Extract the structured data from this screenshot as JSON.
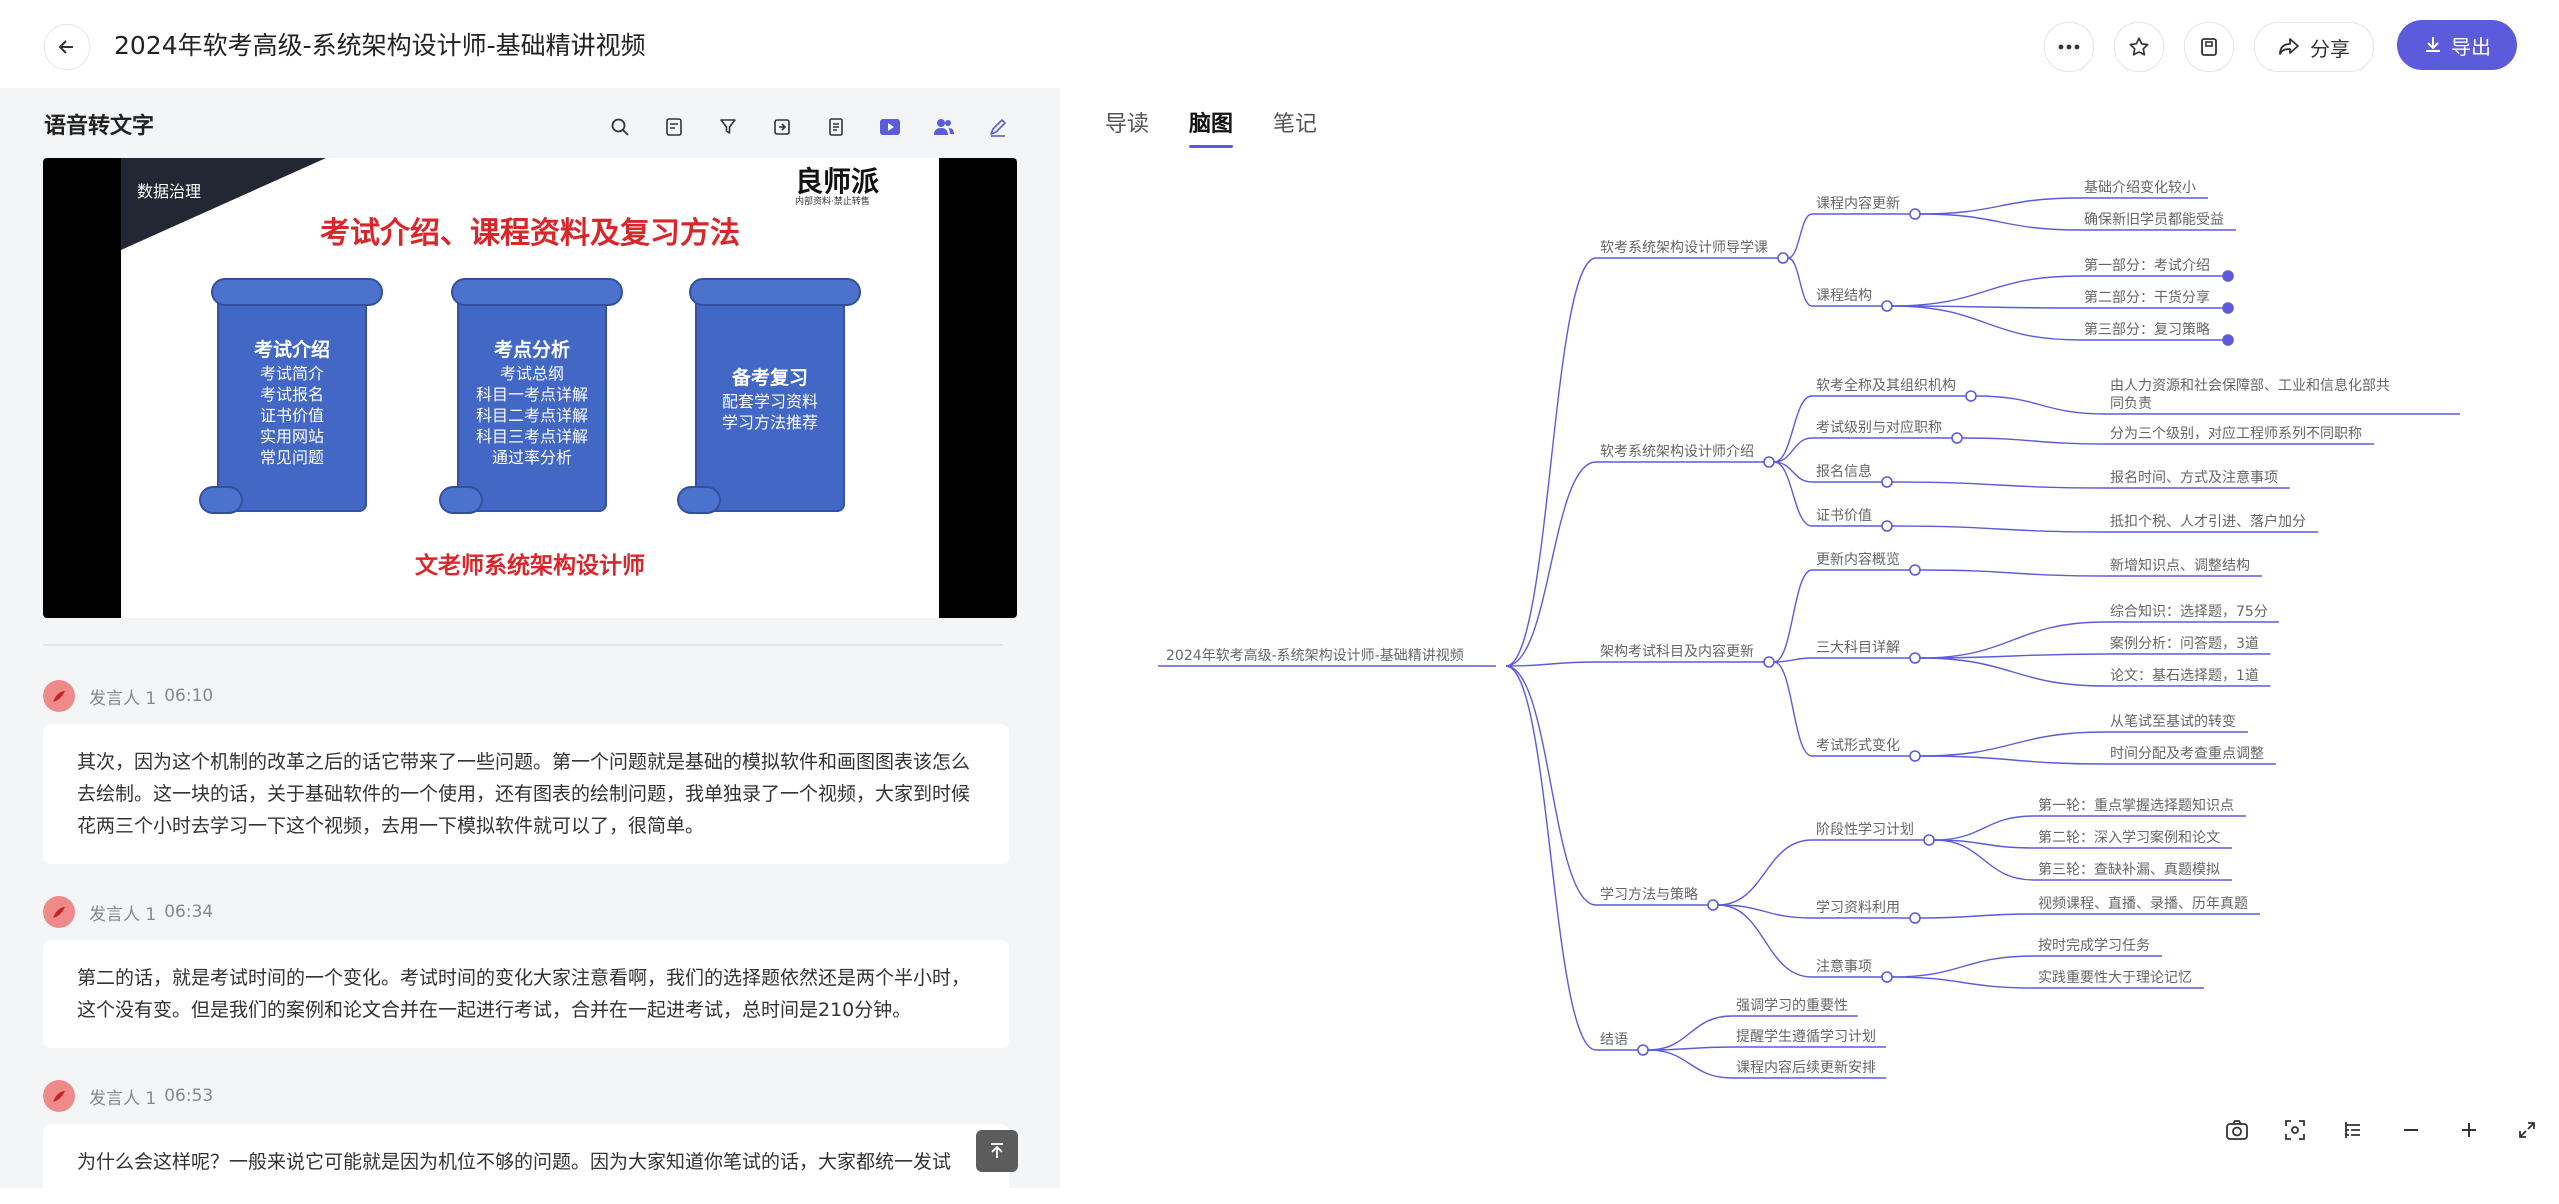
{
  "header": {
    "title": "2024年软考高级-系统架构设计师-基础精讲视频",
    "share_label": "分享",
    "export_label": "导出"
  },
  "panel": {
    "title": "语音转文字"
  },
  "slide": {
    "corner_text": "数据治理",
    "brand": "良师派",
    "brand_sub": "内部资料·禁止转售",
    "title": "考试介绍、课程资料及复习方法",
    "footer": "文老师系统架构设计师",
    "scrolls": [
      {
        "heading": "考试介绍",
        "lines": "考试简介\n考试报名\n证书价值\n实用网站\n常见问题"
      },
      {
        "heading": "考点分析",
        "lines": "考试总纲\n科目一考点详解\n科目二考点详解\n科目三考点详解\n通过率分析"
      },
      {
        "heading": "备考复习",
        "lines": "配套学习资料\n学习方法推荐"
      }
    ]
  },
  "transcript": [
    {
      "speaker": "发言人 1",
      "time": "06:10",
      "text": "其次，因为这个机制的改革之后的话它带来了一些问题。第一个问题就是基础的模拟软件和画图图表该怎么去绘制。这一块的话，关于基础软件的一个使用，还有图表的绘制问题，我单独录了一个视频，大家到时候花两三个小时去学习一下这个视频，去用一下模拟软件就可以了，很简单。"
    },
    {
      "speaker": "发言人 1",
      "time": "06:34",
      "text": "第二的话，就是考试时间的一个变化。考试时间的变化大家注意看啊，我们的选择题依然还是两个半小时，这个没有变。但是我们的案例和论文合并在一起进行考试，合并在一起进考试，总时间是210分钟。"
    },
    {
      "speaker": "发言人 1",
      "time": "06:53",
      "text": "为什么会这样呢？一般来说它可能就是因为机位不够的问题。因为大家知道你笔试的话，大家都统一发试"
    }
  ],
  "tabs": [
    "导读",
    "脑图",
    "笔记"
  ],
  "mindmap": {
    "root": "2024年软考高级-系统架构设计师-基础精讲视频",
    "branches": [
      {
        "label": "软考系统架构设计师导学课",
        "children": [
          {
            "label": "课程内容更新",
            "leaves": [
              "基础介绍变化较小",
              "确保新旧学员都能受益"
            ]
          },
          {
            "label": "课程结构",
            "leaves": [
              "第一部分：考试介绍",
              "第二部分：干货分享",
              "第三部分：复习策略"
            ]
          }
        ]
      },
      {
        "label": "软考系统架构设计师介绍",
        "children": [
          {
            "label": "软考全称及其组织机构",
            "leaves": [
              "由人力资源和社会保障部、工业和信息化部共同负责"
            ]
          },
          {
            "label": "考试级别与对应职称",
            "leaves": [
              "分为三个级别，对应工程师系列不同职称"
            ]
          },
          {
            "label": "报名信息",
            "leaves": [
              "报名时间、方式及注意事项"
            ]
          },
          {
            "label": "证书价值",
            "leaves": [
              "抵扣个税、人才引进、落户加分"
            ]
          }
        ]
      },
      {
        "label": "架构考试科目及内容更新",
        "children": [
          {
            "label": "更新内容概览",
            "leaves": [
              "新增知识点、调整结构"
            ]
          },
          {
            "label": "三大科目详解",
            "leaves": [
              "综合知识：选择题，75分",
              "案例分析：问答题，3道",
              "论文：基石选择题，1道"
            ]
          },
          {
            "label": "考试形式变化",
            "leaves": [
              "从笔试至基试的转变",
              "时间分配及考查重点调整"
            ]
          }
        ]
      },
      {
        "label": "学习方法与策略",
        "children": [
          {
            "label": "阶段性学习计划",
            "leaves": [
              "第一轮：重点掌握选择题知识点",
              "第二轮：深入学习案例和论文",
              "第三轮：查缺补漏、真题模拟"
            ]
          },
          {
            "label": "学习资料利用",
            "leaves": [
              "视频课程、直播、录播、历年真题"
            ]
          },
          {
            "label": "注意事项",
            "leaves": [
              "按时完成学习任务",
              "实践重要性大于理论记忆"
            ]
          }
        ]
      },
      {
        "label": "结语",
        "children": [
          {
            "label": "强调学习的重要性",
            "leaves": []
          },
          {
            "label": "提醒学生遵循学习计划",
            "leaves": []
          },
          {
            "label": "课程内容后续更新安排",
            "leaves": []
          }
        ]
      }
    ]
  },
  "colors": {
    "accent": "#5b5bdb",
    "line": "#5b5bdb",
    "text": "#666666"
  }
}
